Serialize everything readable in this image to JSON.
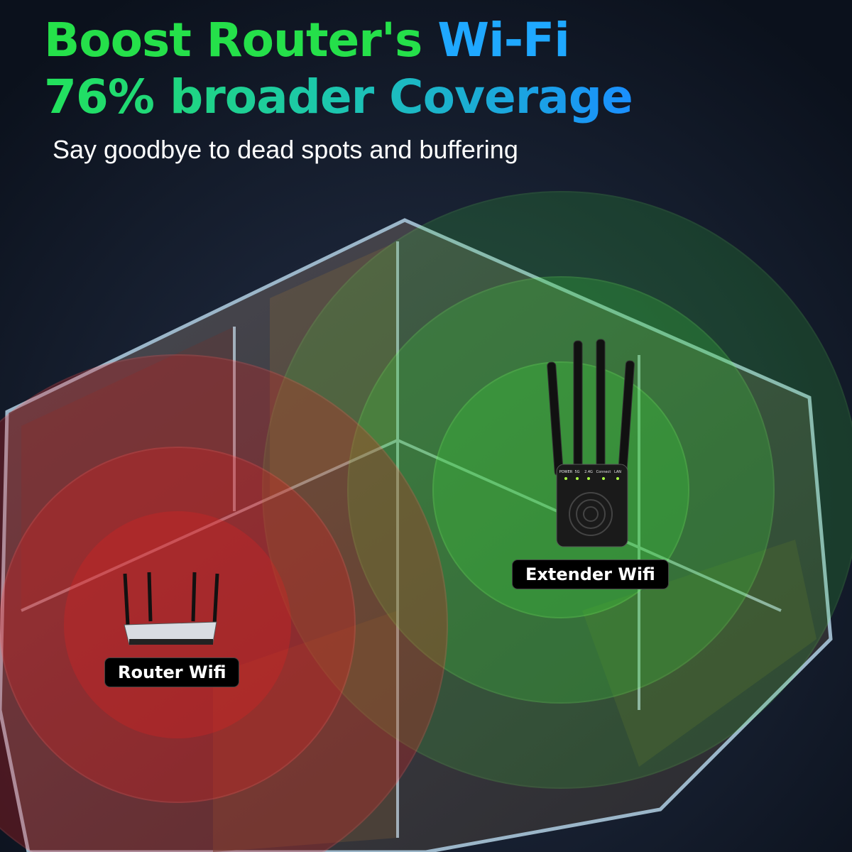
{
  "headline": {
    "line1_part1": "Boost Router's",
    "line1_part2": "Wi-Fi",
    "line2": "76% broader Coverage"
  },
  "subtitle": "Say goodbye to dead spots and buffering",
  "labels": {
    "router": "Router Wifi",
    "extender": "Extender Wifi"
  },
  "device_leds": [
    "POWER",
    "5G",
    "2.4G",
    "Connect",
    "LAN"
  ],
  "colors": {
    "router_zone": "#e02020",
    "extender_zone": "#3ad23a",
    "headline_green": "#25e04a",
    "headline_blue": "#1fa8ff"
  }
}
